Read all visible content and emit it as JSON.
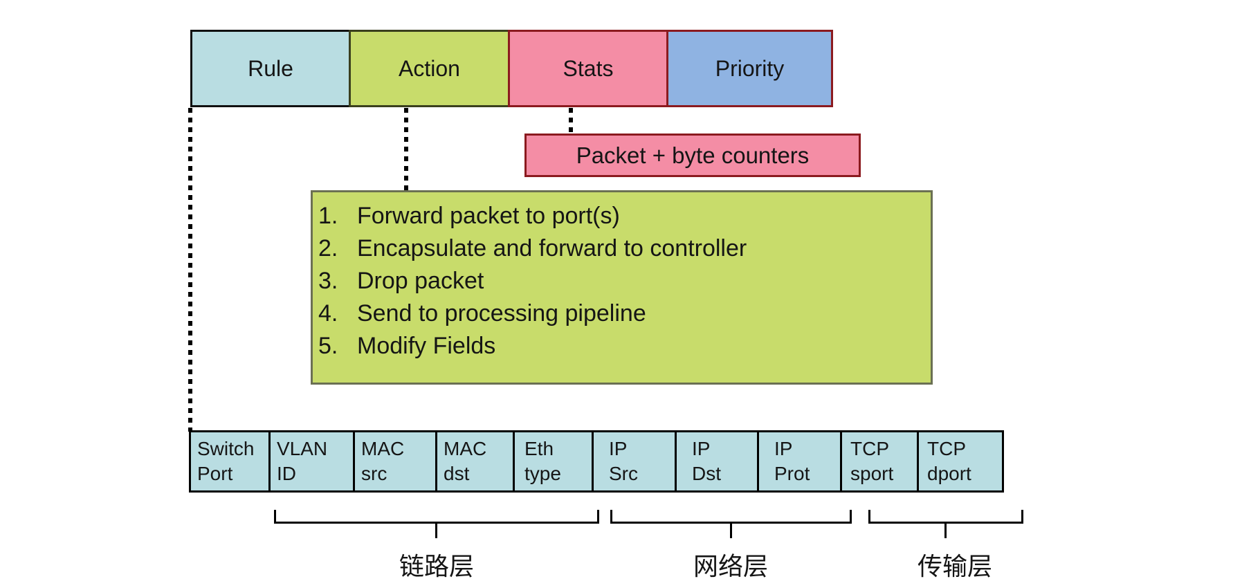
{
  "colors": {
    "cyan-fill": "#b9dde2",
    "green-fill": "#c8dc6b",
    "pink-fill": "#f48da5",
    "blue-fill": "#8fb3e2",
    "dark-red-border": "#8b1a1f"
  },
  "flow_header": {
    "cells": [
      {
        "label": "Rule"
      },
      {
        "label": "Action"
      },
      {
        "label": "Stats"
      },
      {
        "label": "Priority"
      }
    ]
  },
  "counters_box": {
    "label": "Packet + byte counters"
  },
  "actions_box": {
    "items": [
      {
        "num": "1.",
        "text": "Forward packet to port(s)"
      },
      {
        "num": "2.",
        "text": "Encapsulate and forward to controller"
      },
      {
        "num": "3.",
        "text": "Drop packet"
      },
      {
        "num": "4.",
        "text": "Send to processing pipeline"
      },
      {
        "num": "5.",
        "text": "Modify Fields"
      }
    ]
  },
  "match_fields": {
    "cells": [
      {
        "line1": "Switch",
        "line2": "Port"
      },
      {
        "line1": "VLAN",
        "line2": "ID"
      },
      {
        "line1": "MAC",
        "line2": "src"
      },
      {
        "line1": "MAC",
        "line2": "dst"
      },
      {
        "line1": "Eth",
        "line2": "type"
      },
      {
        "line1": "IP",
        "line2": "Src"
      },
      {
        "line1": "IP",
        "line2": "Dst"
      },
      {
        "line1": "IP",
        "line2": "Prot"
      },
      {
        "line1": "TCP",
        "line2": "sport"
      },
      {
        "line1": "TCP",
        "line2": "dport"
      }
    ]
  },
  "layers": [
    {
      "label": "链路层"
    },
    {
      "label": "网络层"
    },
    {
      "label": "传输层"
    }
  ]
}
